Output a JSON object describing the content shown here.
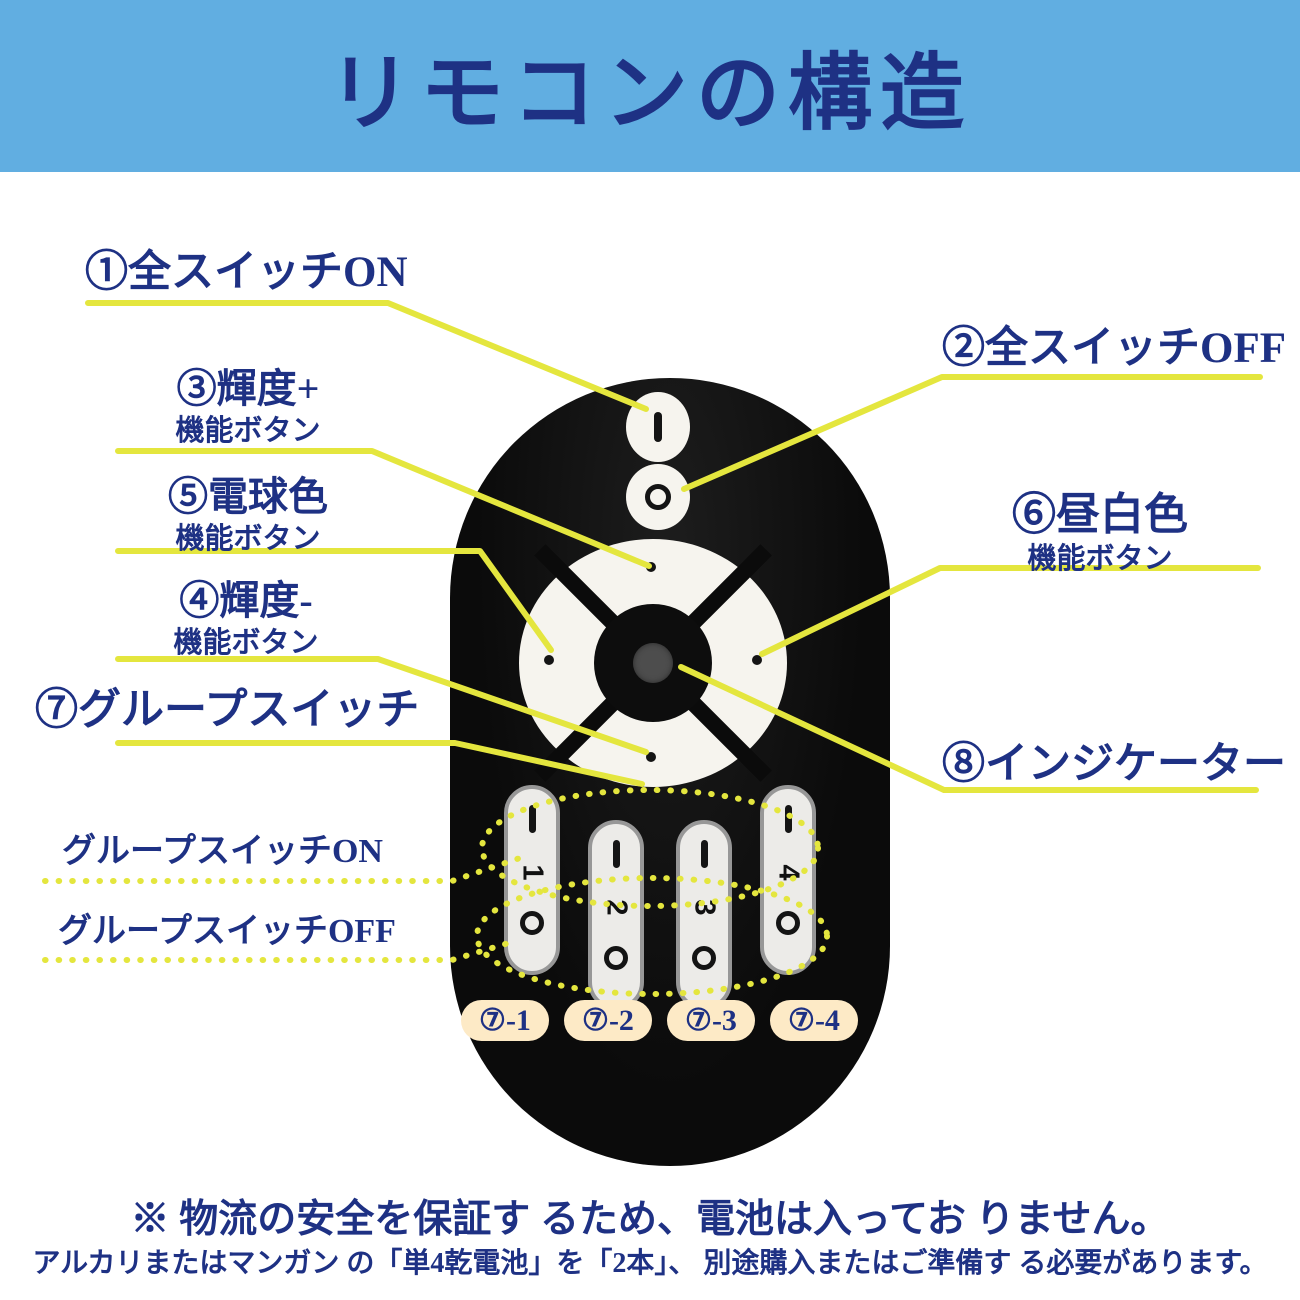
{
  "header": {
    "title": "リモコンの構造"
  },
  "annotations": {
    "all_on": "①全スイッチON",
    "all_off": "②全スイッチOFF",
    "brightness_up": {
      "main": "③輝度+",
      "sub": "機能ボタン"
    },
    "brightness_down": {
      "main": "④輝度-",
      "sub": "機能ボタン"
    },
    "warm_white": {
      "main": "⑤電球色",
      "sub": "機能ボタン"
    },
    "cool_white": {
      "main": "⑥昼白色",
      "sub": "機能ボタン"
    },
    "group_switch": "⑦グループスイッチ",
    "indicator": "⑧インジケーター",
    "group_on": "グループスイッチON",
    "group_off": "グループスイッチOFF",
    "badges": [
      "⑦-1",
      "⑦-2",
      "⑦-3",
      "⑦-4"
    ]
  },
  "remote": {
    "group_numbers": [
      "1",
      "2",
      "3",
      "4"
    ]
  },
  "footer": {
    "note1": "※ 物流の安全を保証す るため、電池は入ってお りません。",
    "note2": "アルカリまたはマンガン の「単4乾電池」を「2本」、 別途購入またはご準備す る必要があります。"
  },
  "colors": {
    "header_bg": "#61aee1",
    "text_navy": "#1e3184",
    "line_yellow": "#e4e63e",
    "badge_bg": "#fdeac6",
    "remote_body": "#0b0b0b"
  }
}
